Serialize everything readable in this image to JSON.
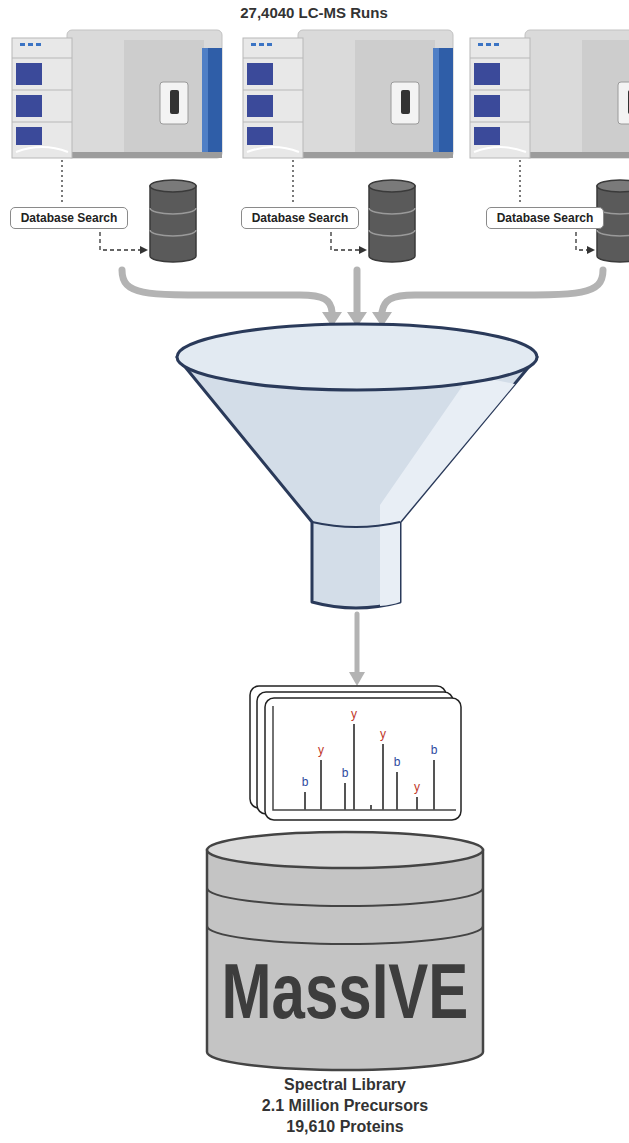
{
  "diagram": {
    "title": "27,4040 LC-MS Runs",
    "nodes": [
      {
        "text": [
          "Database Search"
        ]
      },
      {
        "text": [
          "Database Search"
        ]
      },
      {
        "text": [
          "Database Search"
        ]
      },
      {
        "text": [
          "MassIVE"
        ]
      }
    ],
    "labels": [
      "b",
      "y",
      "b",
      "y",
      "y",
      "b",
      "y",
      "b",
      "Spectral Library",
      "2.1 Million Precursors",
      "19,610 Proteins"
    ]
  }
}
